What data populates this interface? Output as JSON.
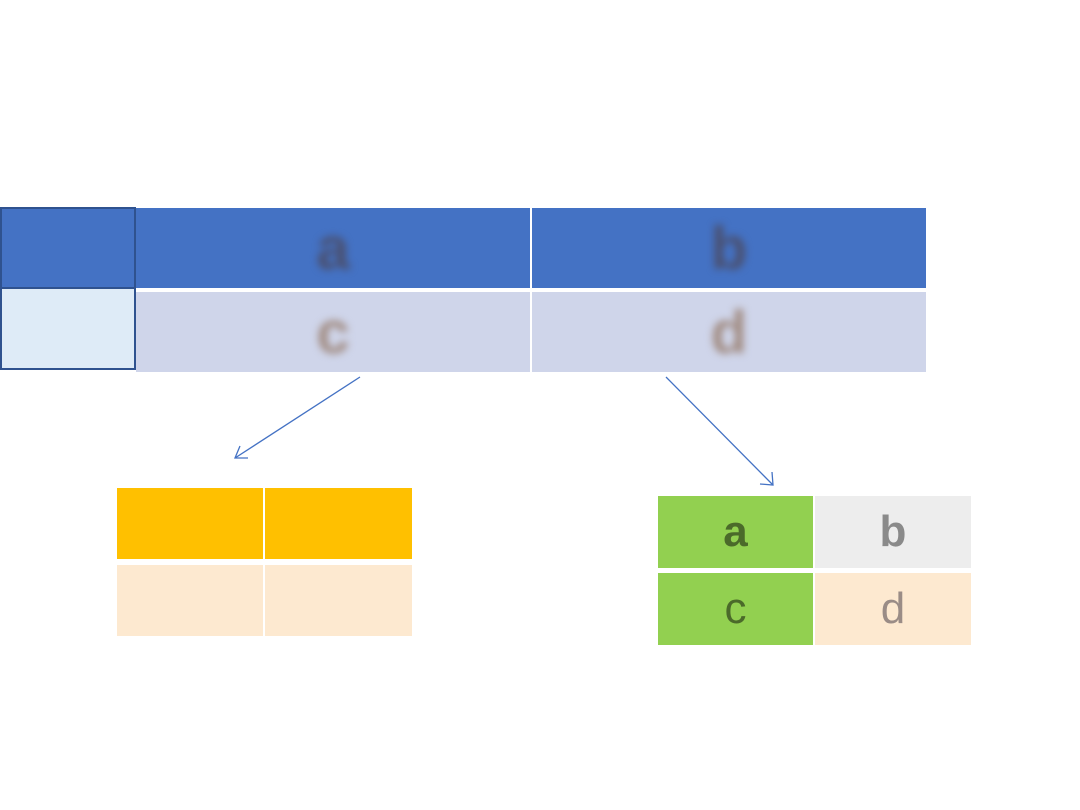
{
  "main_table": {
    "cells": [
      [
        "a",
        "b"
      ],
      [
        "c",
        "d"
      ]
    ]
  },
  "right_table": {
    "cells": [
      [
        "a",
        "b"
      ],
      [
        "c",
        "d"
      ]
    ]
  },
  "colors": {
    "header_blue": "#4472C4",
    "light_blue": "#CFD5EA",
    "row_header_light": "#DEEBF7",
    "orange": "#FFC000",
    "peach": "#FDE9D0",
    "green": "#92D050",
    "gray": "#EDEDED",
    "arrow": "#4472C4"
  }
}
